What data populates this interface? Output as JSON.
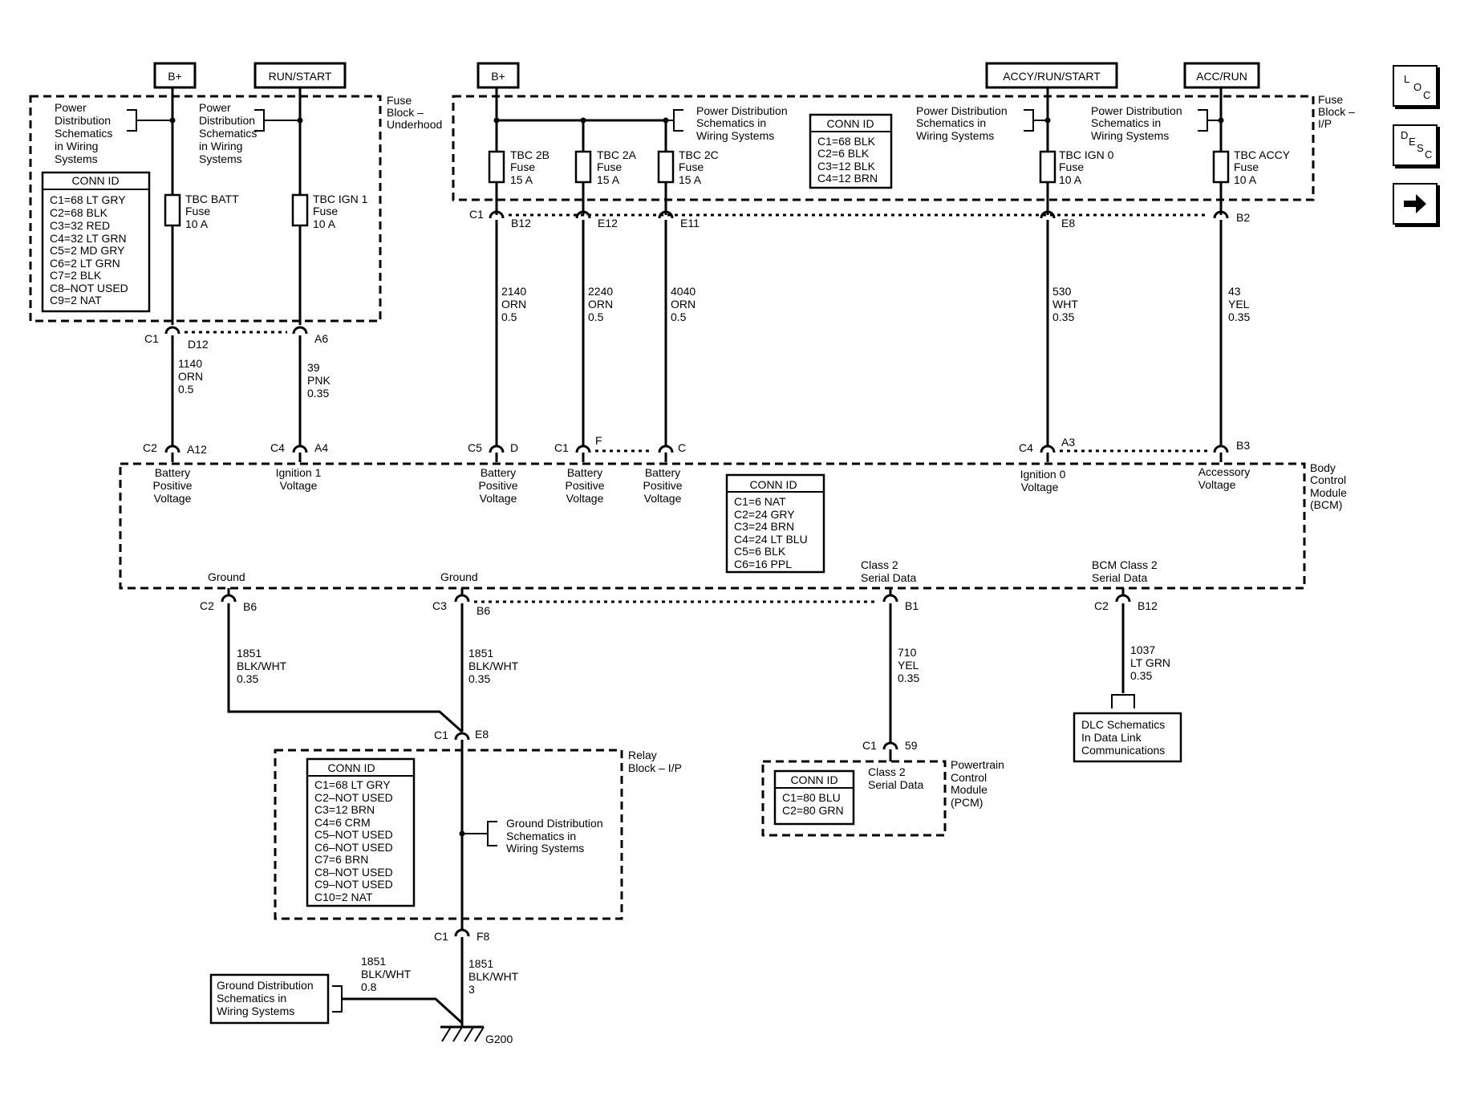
{
  "power_sources": [
    "B+",
    "RUN/START",
    "B+",
    "ACCY/RUN/START",
    "ACC/RUN"
  ],
  "fuse_block_underhood": {
    "title_lines": [
      "Fuse",
      "Block –",
      "Underhood"
    ],
    "pd_ref_1": [
      "Power",
      "Distribution",
      "Schematics",
      "in Wiring",
      "Systems"
    ],
    "pd_ref_2": [
      "Power",
      "Distribution",
      "Schematics",
      "in Wiring",
      "Systems"
    ],
    "conn_title": "CONN ID",
    "conn_lines": [
      "C1=68 LT GRY",
      "C2=68 BLK",
      "C3=32 RED",
      "C4=32 LT GRN",
      "C5=2 MD GRY",
      "C6=2 LT GRN",
      "C7=2 BLK",
      "C8–NOT USED",
      "C9=2 NAT"
    ],
    "fuse1": [
      "TBC BATT",
      "Fuse",
      "10 A"
    ],
    "fuse2": [
      "TBC IGN 1",
      "Fuse",
      "10 A"
    ]
  },
  "fuse_block_ip": {
    "title_lines": [
      "Fuse",
      "Block –",
      "I/P"
    ],
    "pd_ref_1": [
      "Power Distribution",
      "Schematics in",
      "Wiring Systems"
    ],
    "pd_ref_2": [
      "Power Distribution",
      "Schematics in",
      "Wiring Systems"
    ],
    "pd_ref_3": [
      "Power Distribution",
      "Schematics in",
      "Wiring Systems"
    ],
    "conn_title": "CONN ID",
    "conn_lines": [
      "C1=68 BLK",
      "C2=6 BLK",
      "C3=12 BLK",
      "C4=12 BRN"
    ],
    "fuse_2b": [
      "TBC 2B",
      "Fuse",
      "15 A"
    ],
    "fuse_2a": [
      "TBC 2A",
      "Fuse",
      "15 A"
    ],
    "fuse_2c": [
      "TBC 2C",
      "Fuse",
      "15 A"
    ],
    "fuse_ign0": [
      "TBC IGN 0",
      "Fuse",
      "10 A"
    ],
    "fuse_accy": [
      "TBC ACCY",
      "Fuse",
      "10 A"
    ]
  },
  "connector_labels": {
    "uh_c1": "C1",
    "uh_d12": "D12",
    "uh_a6": "A6",
    "ip_c1": "C1",
    "ip_b12": "B12",
    "ip_e12": "E12",
    "ip_e11": "E11",
    "ip_e8": "E8",
    "ip_b2": "B2",
    "bcm_c2a": "C2",
    "bcm_a12": "A12",
    "bcm_c4a": "C4",
    "bcm_a4": "A4",
    "bcm_c5": "C5",
    "bcm_d": "D",
    "bcm_c1": "C1",
    "bcm_f": "F",
    "bcm_c": "C",
    "bcm_c4b": "C4",
    "bcm_a3": "A3",
    "bcm_b3": "B3",
    "gnd_c2": "C2",
    "gnd_b6a": "B6",
    "gnd_c3": "C3",
    "gnd_b6b": "B6",
    "ser_b1": "B1",
    "bcm_ser_c2": "C2",
    "bcm_ser_b12": "B12",
    "rb_c1_top": "C1",
    "rb_e8": "E8",
    "rb_c1_bot": "C1",
    "rb_f8": "F8",
    "pcm_c1": "C1",
    "pcm_59": "59"
  },
  "wires": {
    "w1140": [
      "1140",
      "ORN",
      "0.5"
    ],
    "w39": [
      "39",
      "PNK",
      "0.35"
    ],
    "w2140": [
      "2140",
      "ORN",
      "0.5"
    ],
    "w2240": [
      "2240",
      "ORN",
      "0.5"
    ],
    "w4040": [
      "4040",
      "ORN",
      "0.5"
    ],
    "w530": [
      "530",
      "WHT",
      "0.35"
    ],
    "w43": [
      "43",
      "YEL",
      "0.35"
    ],
    "g1": [
      "1851",
      "BLK/WHT",
      "0.35"
    ],
    "g2": [
      "1851",
      "BLK/WHT",
      "0.35"
    ],
    "w710": [
      "710",
      "YEL",
      "0.35"
    ],
    "w1037": [
      "1037",
      "LT GRN",
      "0.35"
    ],
    "g3": [
      "1851",
      "BLK/WHT",
      "3"
    ],
    "g4": [
      "1851",
      "BLK/WHT",
      "0.8"
    ]
  },
  "bcm": {
    "title_lines": [
      "Body",
      "Control",
      "Module",
      "(BCM)"
    ],
    "pin_batt1": [
      "Battery",
      "Positive",
      "Voltage"
    ],
    "pin_ign1": [
      "Ignition 1",
      "Voltage"
    ],
    "pin_batt2": [
      "Battery",
      "Positive",
      "Voltage"
    ],
    "pin_batt3": [
      "Battery",
      "Positive",
      "Voltage"
    ],
    "pin_batt4": [
      "Battery",
      "Positive",
      "Voltage"
    ],
    "pin_ign0": [
      "Ignition 0",
      "Voltage"
    ],
    "pin_acc": [
      "Accessory",
      "Voltage"
    ],
    "gnd1": "Ground",
    "gnd2": "Ground",
    "serial": [
      "Class 2",
      "Serial Data"
    ],
    "bcm_serial": [
      "BCM Class 2",
      "Serial Data"
    ],
    "conn_title": "CONN ID",
    "conn_lines": [
      "C1=6 NAT",
      "C2=24 GRY",
      "C3=24 BRN",
      "C4=24 LT BLU",
      "C5=6 BLK",
      "C6=16 PPL"
    ]
  },
  "relay_block": {
    "title_lines": [
      "Relay",
      "Block – I/P"
    ],
    "conn_title": "CONN ID",
    "conn_lines": [
      "C1=68 LT GRY",
      "C2–NOT USED",
      "C3=12 BRN",
      "C4=6 CRM",
      "C5–NOT USED",
      "C6–NOT USED",
      "C7=6 BRN",
      "C8–NOT USED",
      "C9–NOT USED",
      "C10=2 NAT"
    ],
    "gd_ref": [
      "Ground Distribution",
      "Schematics in",
      "Wiring Systems"
    ]
  },
  "pcm": {
    "title_lines": [
      "Powertrain",
      "Control",
      "Module",
      "(PCM)"
    ],
    "pin_label": [
      "Class 2",
      "Serial Data"
    ],
    "conn_title": "CONN ID",
    "conn_lines": [
      "C1=80 BLU",
      "C2=80 GRN"
    ]
  },
  "dlc_ref": [
    "DLC Schematics",
    "In Data Link",
    "Communications"
  ],
  "ground_ref": [
    "Ground Distribution",
    "Schematics in",
    "Wiring Systems"
  ],
  "ground_point": "G200",
  "nav": {
    "loc": [
      "L",
      "O",
      "C"
    ],
    "desc": [
      "D",
      "E",
      "S",
      "C"
    ],
    "next_icon": "right-arrow-icon"
  }
}
